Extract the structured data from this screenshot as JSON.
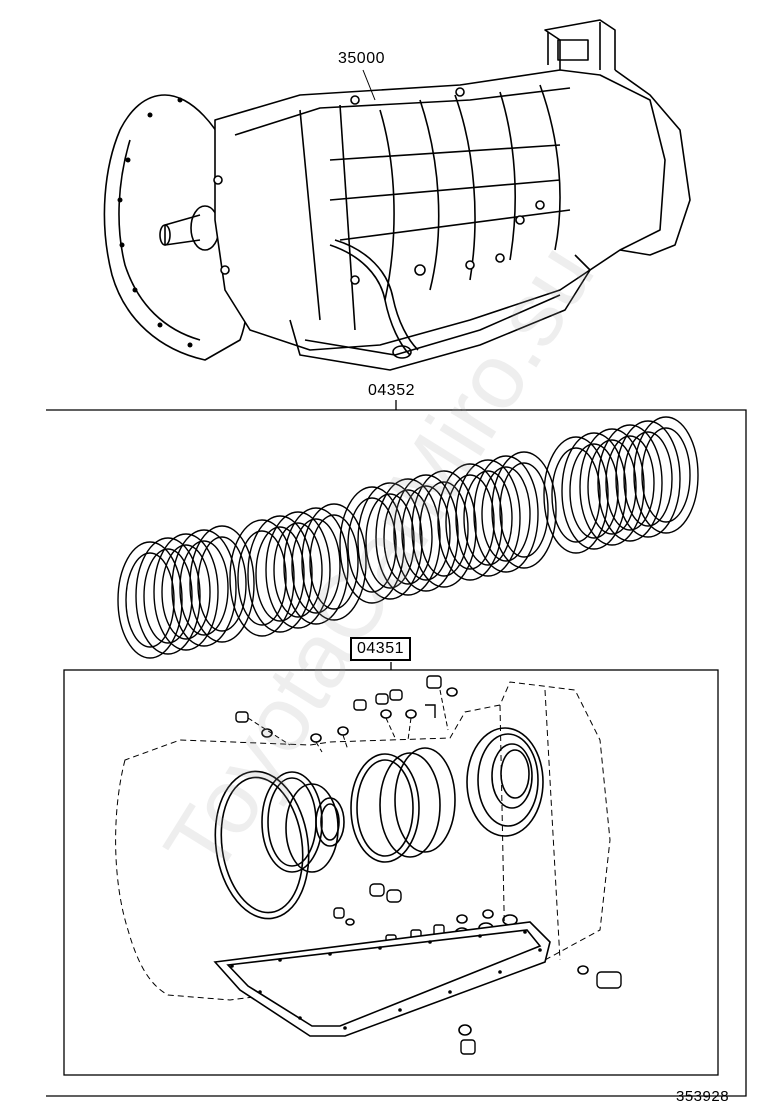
{
  "labels": {
    "transmission_assy": "35000",
    "overhaul_kit": "04352",
    "gasket_kit": "04351",
    "illustration_number": "353928"
  },
  "watermark": "ToyotaCarMiro.su",
  "colors": {
    "line": "#000000",
    "background": "#ffffff"
  },
  "icons": [
    "transmission-assembly-icon",
    "clutch-disc-stack-icon",
    "o-ring-icon",
    "oil-pan-gasket-icon"
  ]
}
